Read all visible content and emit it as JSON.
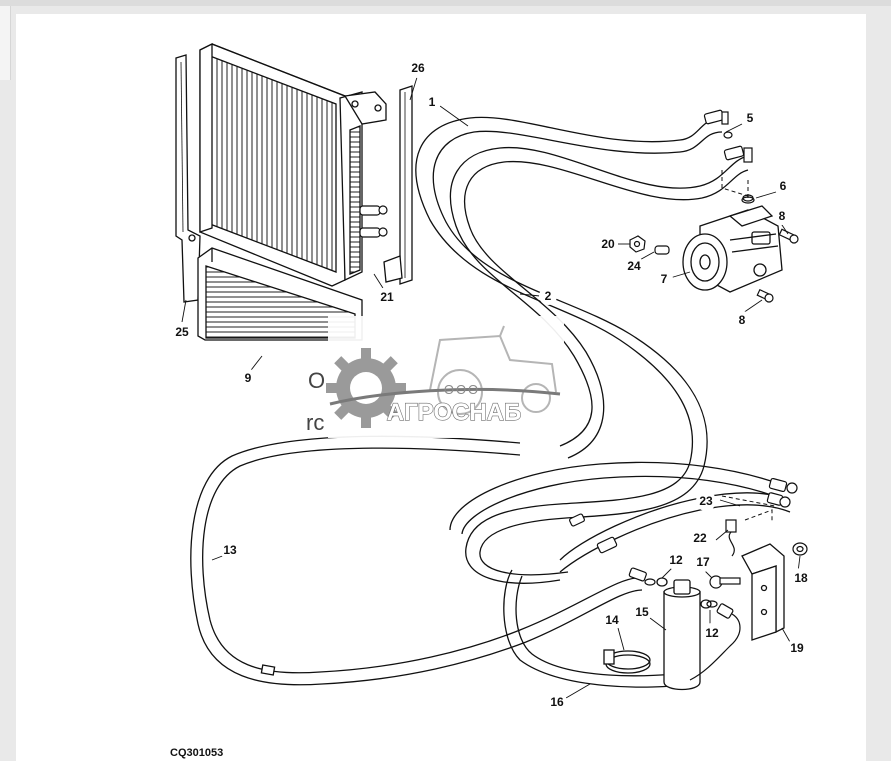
{
  "drawing_id": "CQ301053",
  "watermark": {
    "prefix": "ООО",
    "name": "АГРОСНАБ",
    "behind_fragments": [
      "O",
      "rc"
    ]
  },
  "callouts": [
    {
      "n": "1"
    },
    {
      "n": "2"
    },
    {
      "n": "5"
    },
    {
      "n": "6"
    },
    {
      "n": "7"
    },
    {
      "n": "8"
    },
    {
      "n": "8"
    },
    {
      "n": "9"
    },
    {
      "n": "12"
    },
    {
      "n": "12"
    },
    {
      "n": "13"
    },
    {
      "n": "14"
    },
    {
      "n": "15"
    },
    {
      "n": "16"
    },
    {
      "n": "17"
    },
    {
      "n": "18"
    },
    {
      "n": "19"
    },
    {
      "n": "20"
    },
    {
      "n": "21"
    },
    {
      "n": "22"
    },
    {
      "n": "23"
    },
    {
      "n": "24"
    },
    {
      "n": "25"
    },
    {
      "n": "26"
    }
  ],
  "colors": {
    "ink": "#111111",
    "paper": "#ffffff",
    "watermark_gray": "#8a8a8a"
  }
}
